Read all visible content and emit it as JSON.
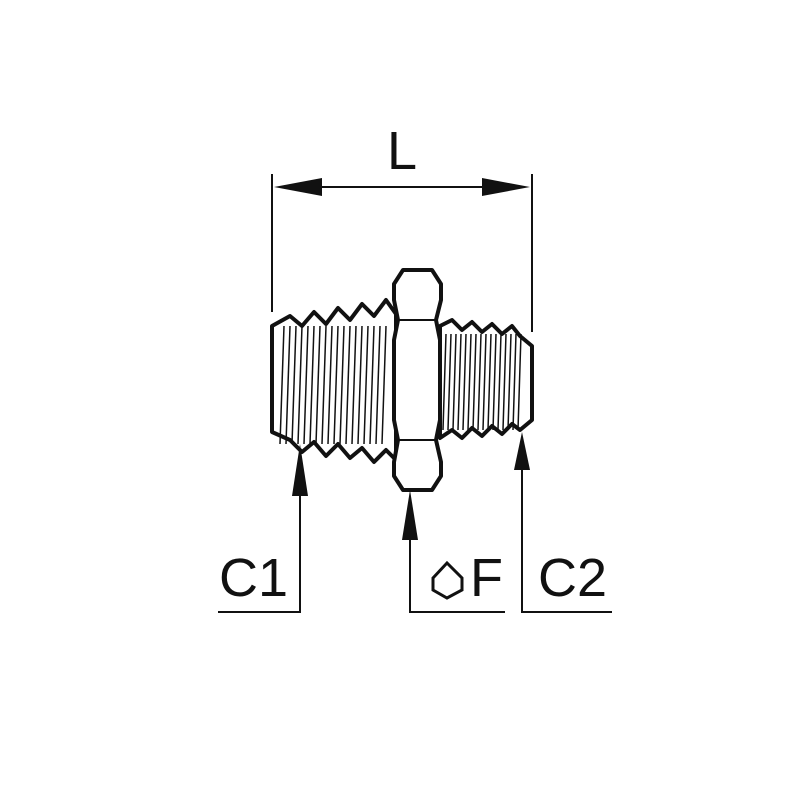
{
  "dimensions": {
    "length_label": "L",
    "thread_1_label": "C1",
    "thread_2_label": "C2",
    "hex_label": "F"
  },
  "icons": {
    "hex_symbol": "hexagon-icon"
  },
  "colors": {
    "line": "#111111",
    "background": "#ffffff"
  }
}
